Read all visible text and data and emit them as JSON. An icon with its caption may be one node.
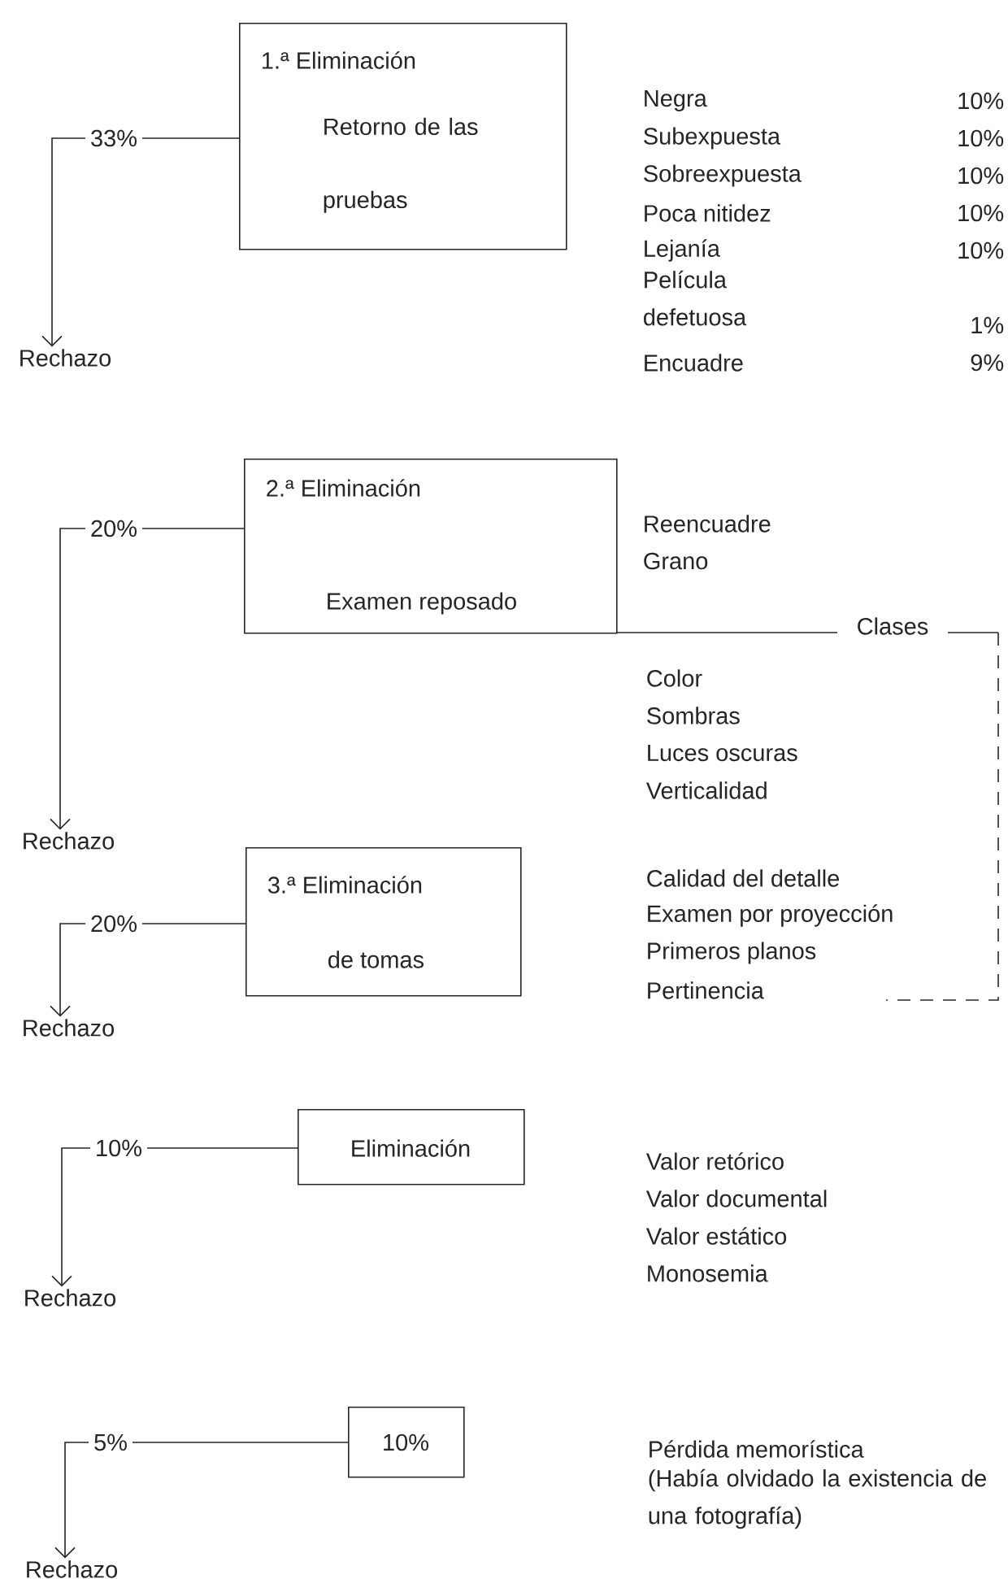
{
  "diagram": {
    "nodes": [
      {
        "text": [
          "1.ª Eliminación",
          "Retorno de las pruebas"
        ]
      },
      {
        "text": [
          "Rechazo"
        ]
      },
      {
        "text": [
          "2.ª Eliminación",
          "Examen reposado"
        ]
      },
      {
        "text": [
          "Rechazo"
        ]
      },
      {
        "text": [
          "3.ª Eliminación",
          "de tomas"
        ]
      },
      {
        "text": [
          "Rechazo"
        ]
      },
      {
        "text": [
          "Eliminación"
        ]
      },
      {
        "text": [
          "Rechazo"
        ]
      },
      {
        "text": [
          "10%"
        ]
      },
      {
        "text": [
          "Rechazo"
        ]
      }
    ],
    "edges": [
      {
        "from": 0,
        "to": 1,
        "arrow": "to",
        "label": "33%"
      },
      {
        "from": 2,
        "to": 3,
        "arrow": "to",
        "label": "20%"
      },
      {
        "from": 4,
        "to": 5,
        "arrow": "to",
        "label": "20%"
      },
      {
        "from": 6,
        "to": 7,
        "arrow": "to",
        "label": "10%"
      },
      {
        "from": 8,
        "to": 9,
        "arrow": "to",
        "label": "5%"
      }
    ],
    "labels": [
      "Negra",
      "10%",
      "Subexpuesta",
      "10%",
      "Sobreexpuesta",
      "10%",
      "Poca nitidez",
      "10%",
      "Lejanía",
      "10%",
      "Película defetuosa",
      "1%",
      "Encuadre",
      "9%",
      "Reencuadre",
      "Grano",
      "Clases",
      "Color",
      "Sombras",
      "Luces oscuras",
      "Verticalidad",
      "Calidad del detalle",
      "Examen por proyección",
      "Primeros planos",
      "Pertinencia",
      "Valor retórico",
      "Valor documental",
      "Valor estático",
      "Monosemia",
      "Pérdida memorística",
      "(Había olvidado la existencia de una fotografía)"
    ]
  }
}
